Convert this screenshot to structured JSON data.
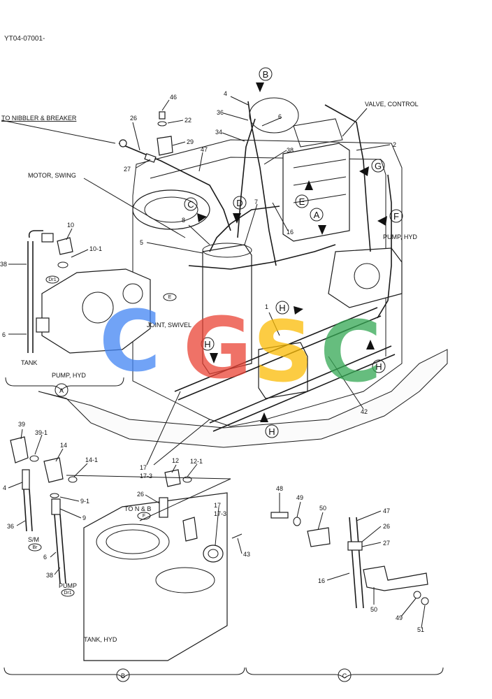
{
  "doc_code": "YT04-07001-",
  "labels": {
    "to_nibbler": "TO NIBBLER & BREAKER",
    "valve_control": "VALVE, CONTROL",
    "motor_swing": "MOTOR, SWING",
    "pump_hyd_right": "PUMP, HYD",
    "joint_swivel": "JOINT, SWIVEL",
    "tank_left": "TANK",
    "pump_hyd_a": "PUMP, HYD",
    "to_n_b": "TO N & B",
    "sm": "S/M",
    "pump": "PUMP",
    "tank_hyd": "TANK, HYD"
  },
  "small_marks": {
    "dr1": "Dr1",
    "e": "E",
    "f": "F",
    "br": "Br",
    "pump_mark": "Dr1"
  },
  "callouts": [
    "A",
    "B",
    "C",
    "D",
    "E",
    "F",
    "G",
    "H"
  ],
  "part_numbers": {
    "p46": "46",
    "p22": "22",
    "p29": "29",
    "p26a": "26",
    "p27a": "27",
    "p47a": "47",
    "p4a": "4",
    "p36a": "36",
    "p34": "34",
    "p6a": "6",
    "p38a": "38",
    "p2": "2",
    "p7": "7",
    "p8": "8",
    "p5": "5",
    "p16a": "16",
    "p1": "1",
    "p42": "42",
    "p10": "10",
    "p10_1": "10-1",
    "p38b": "38",
    "p6b": "6",
    "p39": "39",
    "p39_1": "39-1",
    "p14": "14",
    "p14_1": "14-1",
    "p4b": "4",
    "p9_1": "9-1",
    "p9": "9",
    "p36b": "36",
    "p6c": "6",
    "p38c": "38",
    "p12": "12",
    "p12_1": "12-1",
    "p17a": "17",
    "p17_3a": "17-3",
    "p26b": "26",
    "p17b": "17",
    "p17_3b": "17-3",
    "p43": "43",
    "p48": "48",
    "p49a": "49",
    "p50a": "50",
    "p47b": "47",
    "p26c": "26",
    "p27b": "27",
    "p16b": "16",
    "p50b": "50",
    "p49b": "49",
    "p51": "51"
  },
  "section_labels": {
    "a": "A",
    "b": "B",
    "c": "C"
  },
  "watermark": {
    "letters": [
      "C",
      "G",
      "S",
      "C"
    ],
    "colors": [
      "#4285F4",
      "#EA4335",
      "#FBBC05",
      "#34A853"
    ]
  }
}
